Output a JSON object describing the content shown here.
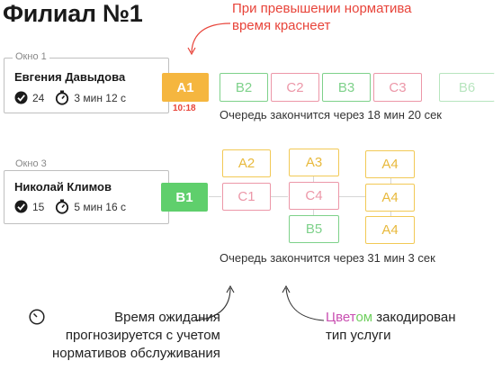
{
  "title": "Филиал №1",
  "note_top": [
    "При превышении норматива",
    "время краснеет"
  ],
  "colors": {
    "current_a": "#f5b63f",
    "current_b": "#5fcf6c",
    "green": "#7ed18a",
    "pink": "#ec97a8",
    "yellow": "#f2c955",
    "red": "#e8443a",
    "note_color": "#c94fb1",
    "note_color2": "#6fcf5e"
  },
  "windows": [
    {
      "label": "Окно 1",
      "operator": "Евгения Давыдова",
      "served": "24",
      "time": "3 мин 12 с",
      "current": "A1",
      "current_time": "10:18",
      "queue": [
        "B2",
        "C2",
        "B3",
        "C3",
        "B6"
      ],
      "queue_end": "Очередь закончится через 18 мин 20 сек"
    },
    {
      "label": "Окно 3",
      "operator": "Николай Климов",
      "served": "15",
      "time": "5 мин 16 с",
      "current": "B1",
      "col1": [
        "A2",
        "C1"
      ],
      "col2": [
        "A3",
        "C4",
        "B5"
      ],
      "col3": [
        "A4",
        "A4",
        "A4"
      ],
      "queue_end": "Очередь закончится через 31 мин 3 сек"
    }
  ],
  "bottom_left": [
    "Время ожидания",
    "прогнозируется с учетом",
    "нормативов обслуживания"
  ],
  "bottom_right": {
    "word_part1": "Цвет",
    "word_part2": "ом",
    "line1_rest": " закодирован",
    "line2": "тип услуги"
  }
}
